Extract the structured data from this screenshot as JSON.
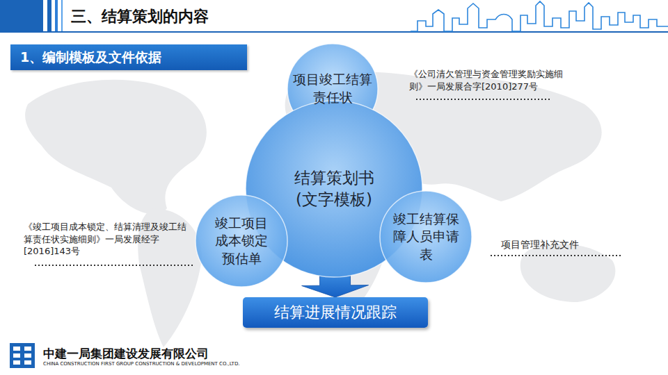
{
  "diagram": {
    "title": "三、结算策划的内容",
    "nodes": [
      {
        "text": [
          "1、编制模板及文件依据"
        ]
      },
      {
        "text": [
          "项目竣工结算责任状"
        ]
      },
      {
        "text": [
          "结算策划书 (文字模板)"
        ]
      },
      {
        "text": [
          "竣工项目成本锁定预估单"
        ]
      },
      {
        "text": [
          "竣工结算保障人员申请表"
        ]
      },
      {
        "text": [
          "结算进展情况跟踪"
        ]
      }
    ],
    "edges": [
      {
        "from": 2,
        "to": 5,
        "arrow": "to"
      }
    ],
    "labels": [
      "《公司清欠管理与资金管理奖励实施细则》一局发展合字[2010]277号",
      "《竣工项目成本锁定、结算清理及竣工结算责任状实施细则》一局发展经字[2016]143号",
      "项目管理补充文件",
      "中建一局集团建设发展有限公司",
      "CHINA CONSTRUCTION FIRST GROUP CONSTRUCTION & DEVELOPMENT CO.,LTD."
    ]
  }
}
